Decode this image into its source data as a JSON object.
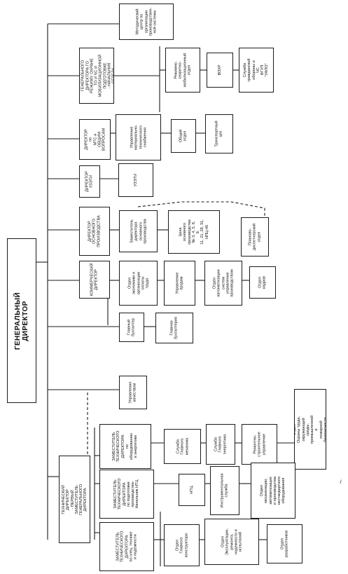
{
  "general_director": "ГЕНЕРАЛЬНЫЙ ДИРЕКТОР",
  "deputies": {
    "method_center": "Методический\nцентр по\nорганизации\nпроизводствен-\nной системы",
    "assistant_go": "ПОМОЩНИК\nГЕНЕРАЛЬНОГО\nДИРЕКТОРА ГО\nРЕЖИМУ, ОХРАНЕ\nТО И ЧС И\nМОБИЛИЗАЦИОННОЙ\nПОДГОТОВКЕ\n- НАЧАЛЬНИК\nОТДЕЛА",
    "mts": "ДИРЕКТОР по\nМТС и ОБЩИМ\nВОПРОСАМ",
    "uzti_dir": "ДИРЕКТОР\nУЗЭТИ",
    "production": "ДИРЕКТОР\nОСНОВНОГО\nПРОИЗВОДСТВА",
    "commercial": "КОММЕРЧЕСКИЙ\nДИРЕКТОР",
    "chief_accountant": "Главный\nбухгалтер",
    "quality": "Управление\nкачеством",
    "technical": "ТЕХНИЧЕСКИЙ ДИРЕКТОР\n- ПЕРВЫЙ ЗАМЕСТИТЕЛЬ\nГЕНЕРАЛЬНОГО ДИРЕКТОРА"
  },
  "units": {
    "regime_secret": "Режимно-секретно-\nмобилизационный\nотдел",
    "vokhr": "ВОХР",
    "civil_defense": "Служба\nгражданской\nобороны и ЧС\nФГУП \"УАПО\"",
    "mts_mgmt": "Управление\nматериально-\nтехнического\nснабжения",
    "general_dept": "Общий отдел",
    "transport": "Транспортный\nцех",
    "uzti": "УЗЭТИ",
    "deputy_prod": "Заместитель\nдиректора\nосновного\nпроизводства",
    "main_shops": "Цеха основного\nпроизводства\n№ 3, 4, 5, 8, 9,\n11, 21, 28, 31,\nНПЦ-46",
    "planning": "Планово-\nдиспетчерский\nотдел",
    "economics": "Отдел\nэкономики и\nорганизации\nоплаты труда",
    "sales": "Управление\nпродаж",
    "automation_mgmt": "Отдел\nавтоматизации\nсистем\nуправления\nпроизводством",
    "personnel": "Отдел кадров",
    "accounting": "Главная\nбухгалтерия",
    "deputy_equipment": "ЗАМЕСТИТЕЛЬ\nТЕХНИЧЕСКОГО\nДИРЕКТОРА\nпо оборудованию\nи энергетике",
    "chief_mechanic": "Служба\nГлавного\nмеханика",
    "chief_energy": "Служба\nГлавного\nэнергетика",
    "repair_construction": "Ремонтно-\nстроительное\nуправление",
    "labor_safety": "Отдел\nОхраны труда, окружающей\nсреды, промышленной и\nпожарной безопасности",
    "deputy_prep": "ЗАМЕСТИТЕЛЬ\nТЕХНИЧЕСКОГО\nДИРЕКТОРА\nпо подготовке\nпроизводства-\nНачальник НТЦ",
    "ntc": "НТЦ",
    "tool_service": "Инструментальная\nслужба",
    "mechanization": "Отдел\nмеханизации,\nавтоматизации\nи производства\nнестандартного\nоборудования",
    "deputy_new_tech": "ЗАМЕСТИТЕЛЬ\nТЕХНИЧЕСКОГО\nДИРЕКТОРА\nпо спец. технике\nи надежности",
    "chief_designer": "Отдел\nГлавного\nконструктора",
    "exploitation": "Отдел\nЭксплуатации,\nремонта,\nнадежности и\nиспытаний",
    "developers": "Отдел\nразработчиков"
  },
  "colors": {
    "ink": "#1a1a1a",
    "paper": "#ffffff"
  }
}
